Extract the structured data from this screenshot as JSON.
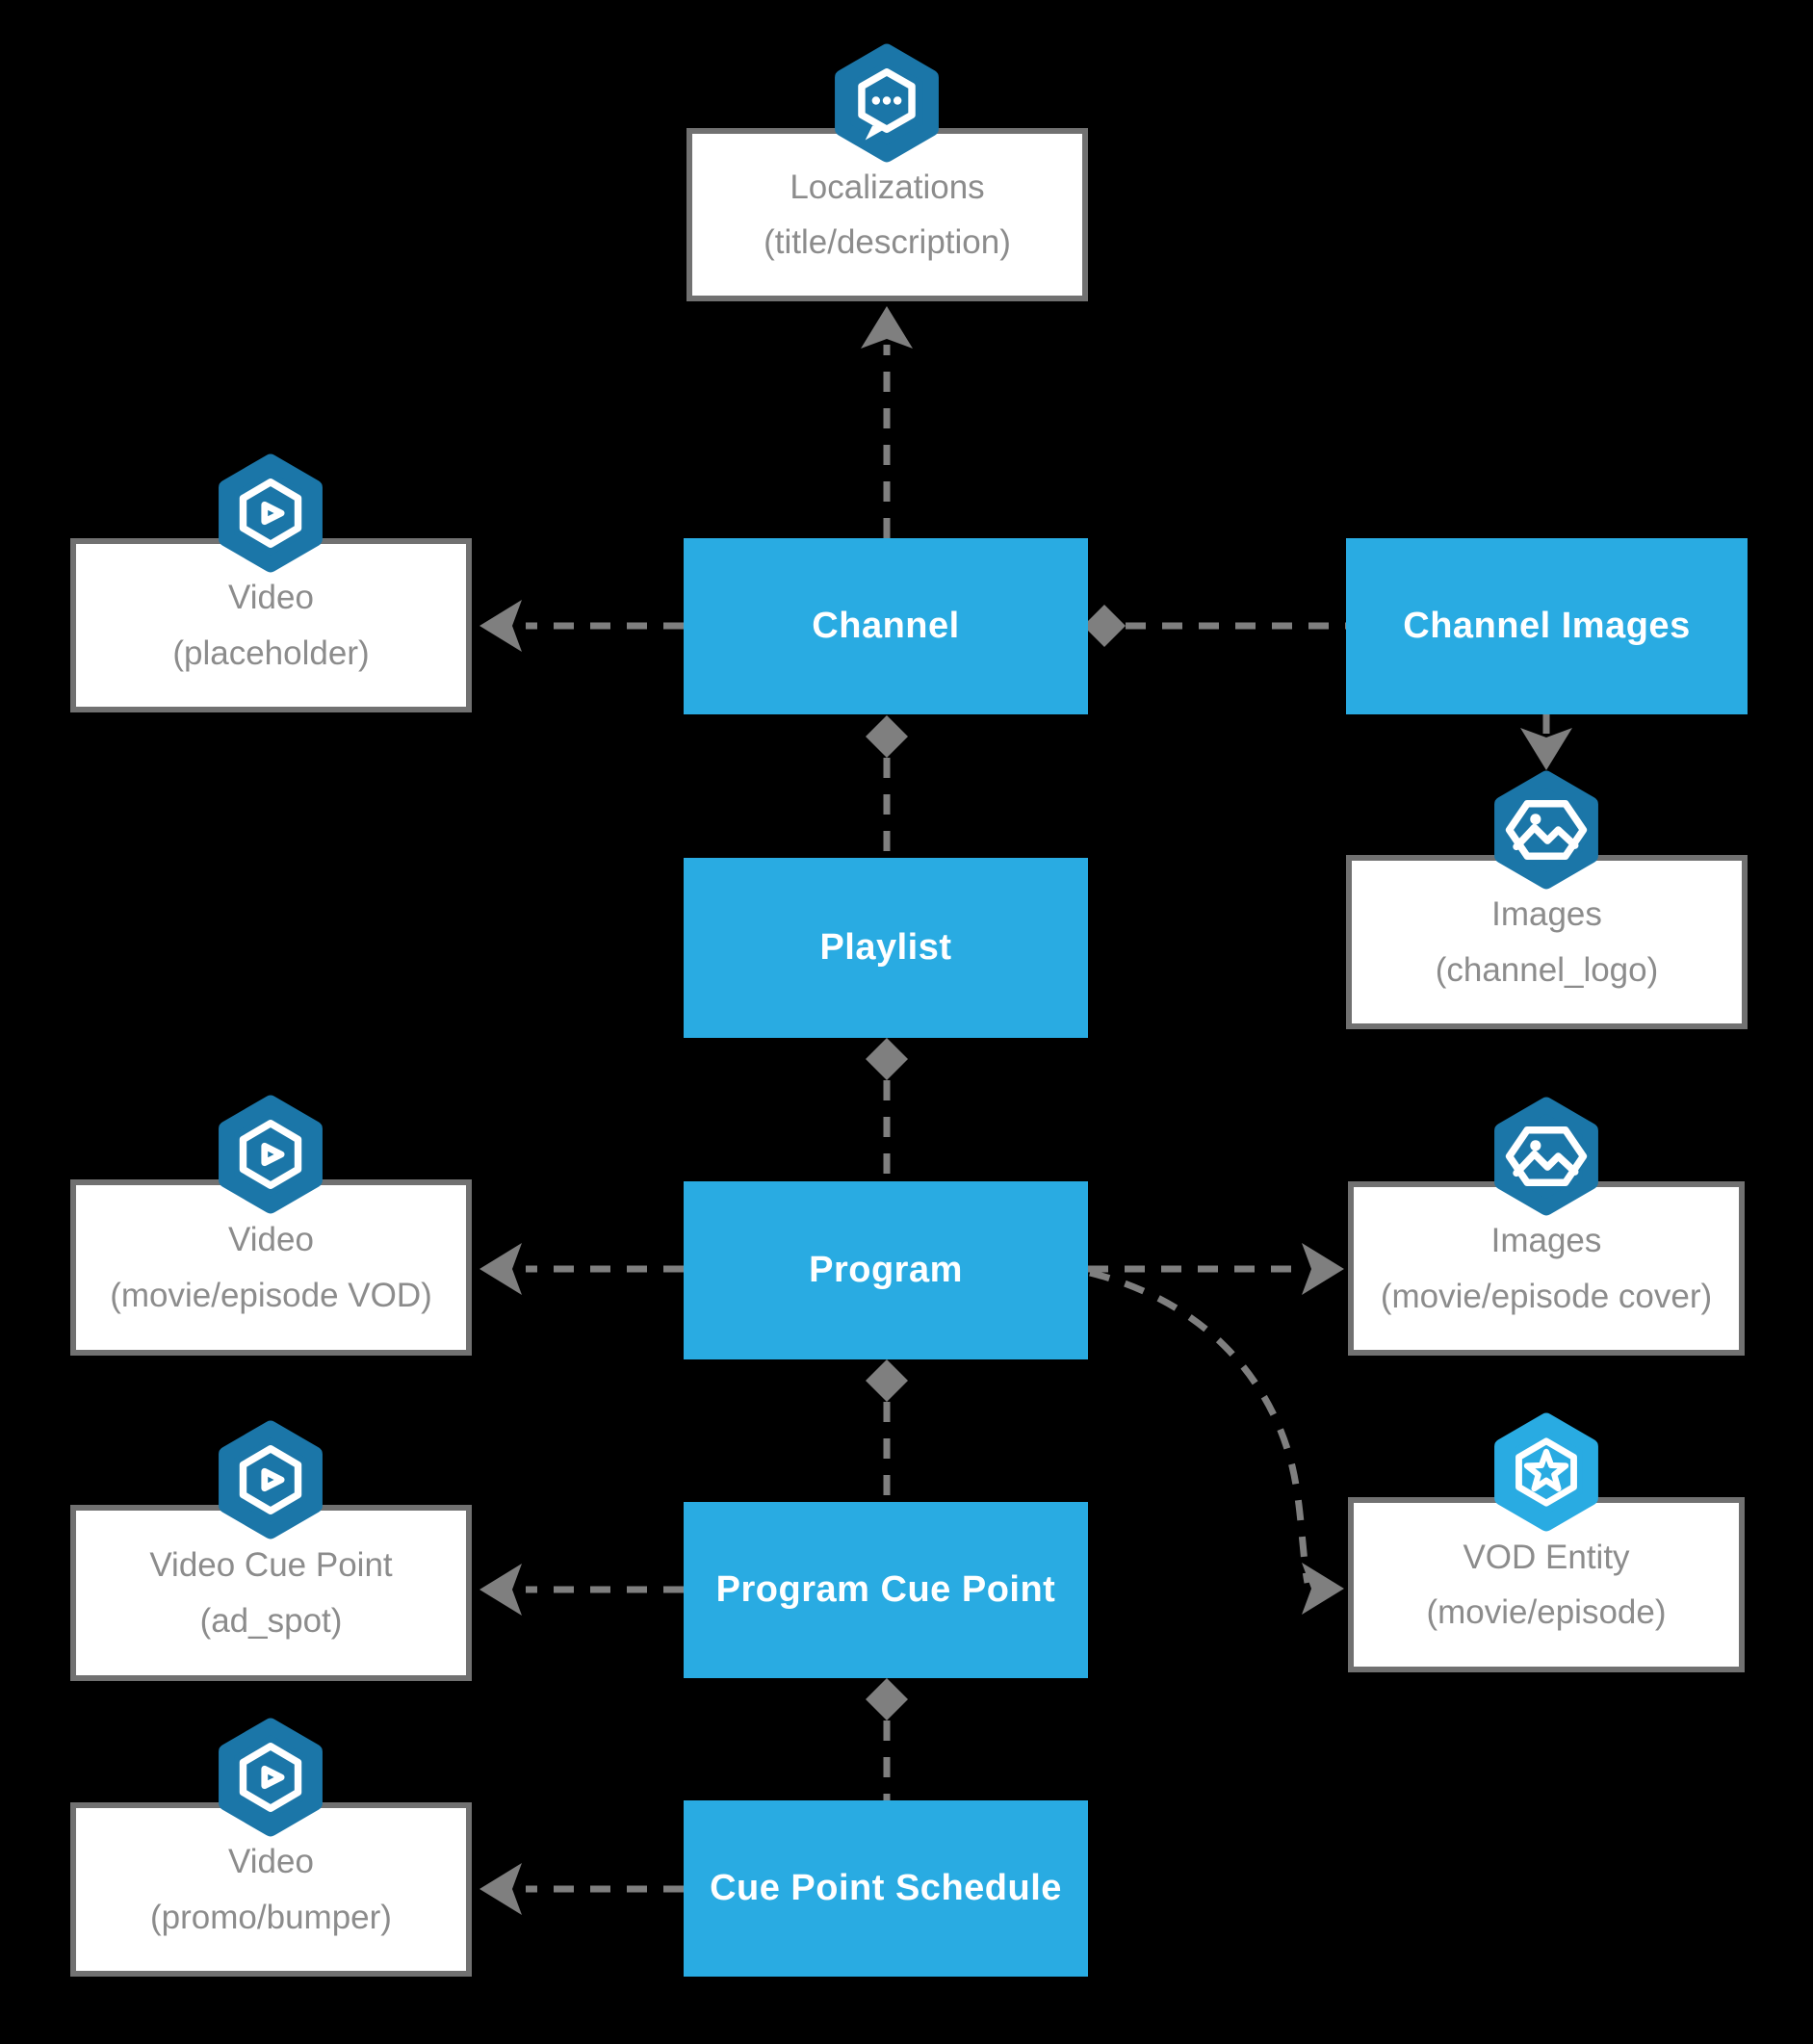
{
  "diagram": {
    "colors": {
      "background": "#000000",
      "entity_blue": "#29ABE2",
      "icon_dark_blue": "#1B76A8",
      "icon_light_blue": "#29ABE2",
      "line_gray": "#7F7F7F",
      "box_border_gray": "#717171",
      "label_gray": "#8C8C8C",
      "label_white": "#FFFFFF"
    },
    "nodes": {
      "localizations": {
        "line1": "Localizations",
        "line2": "(title/description)",
        "icon": "chat-icon"
      },
      "channel": {
        "label": "Channel"
      },
      "channel_images": {
        "label": "Channel Images"
      },
      "video_placeholder": {
        "line1": "Video",
        "line2": "(placeholder)",
        "icon": "video-play-icon"
      },
      "images_channel_logo": {
        "line1": "Images",
        "line2": "(channel_logo)",
        "icon": "images-icon"
      },
      "playlist": {
        "label": "Playlist"
      },
      "video_movie_episode_vod": {
        "line1": "Video",
        "line2": "(movie/episode VOD)",
        "icon": "video-play-icon"
      },
      "program": {
        "label": "Program"
      },
      "images_movie_episode_cover": {
        "line1": "Images",
        "line2": "(movie/episode cover)",
        "icon": "images-icon"
      },
      "video_cue_point": {
        "line1": "Video Cue Point",
        "line2": "(ad_spot)",
        "icon": "video-play-icon"
      },
      "program_cue_point": {
        "label": "Program Cue Point"
      },
      "vod_entity": {
        "line1": "VOD Entity",
        "line2": "(movie/episode)",
        "icon": "star-icon"
      },
      "video_promo_bumper": {
        "line1": "Video",
        "line2": "(promo/bumper)",
        "icon": "video-play-icon"
      },
      "cue_point_schedule": {
        "label": "Cue Point Schedule"
      }
    },
    "edges": [
      {
        "from": "Channel",
        "to": "Localizations (title/description)",
        "style": "dashed",
        "end": "arrow-up"
      },
      {
        "from": "Channel",
        "to": "Video (placeholder)",
        "style": "dashed",
        "end": "arrow-left"
      },
      {
        "from": "Channel",
        "to": "Channel Images",
        "style": "dashed",
        "start": "diamond"
      },
      {
        "from": "Channel",
        "to": "Playlist",
        "style": "dashed",
        "start": "diamond"
      },
      {
        "from": "Channel Images",
        "to": "Images (channel_logo)",
        "style": "solid",
        "end": "arrow-down"
      },
      {
        "from": "Playlist",
        "to": "Program",
        "style": "dashed",
        "start": "diamond"
      },
      {
        "from": "Program",
        "to": "Video (movie/episode VOD)",
        "style": "dashed",
        "end": "arrow-left"
      },
      {
        "from": "Program",
        "to": "Images (movie/episode cover)",
        "style": "dashed",
        "end": "arrow-right"
      },
      {
        "from": "Program",
        "to": "VOD Entity (movie/episode)",
        "style": "dashed-curved",
        "end": "arrow-right"
      },
      {
        "from": "Program",
        "to": "Program Cue Point",
        "style": "dashed",
        "start": "diamond"
      },
      {
        "from": "Program Cue Point",
        "to": "Video Cue Point (ad_spot)",
        "style": "dashed",
        "end": "arrow-left"
      },
      {
        "from": "Program Cue Point",
        "to": "Cue Point Schedule",
        "style": "dashed",
        "start": "diamond"
      },
      {
        "from": "Cue Point Schedule",
        "to": "Video (promo/bumper)",
        "style": "dashed",
        "end": "arrow-left"
      }
    ]
  }
}
